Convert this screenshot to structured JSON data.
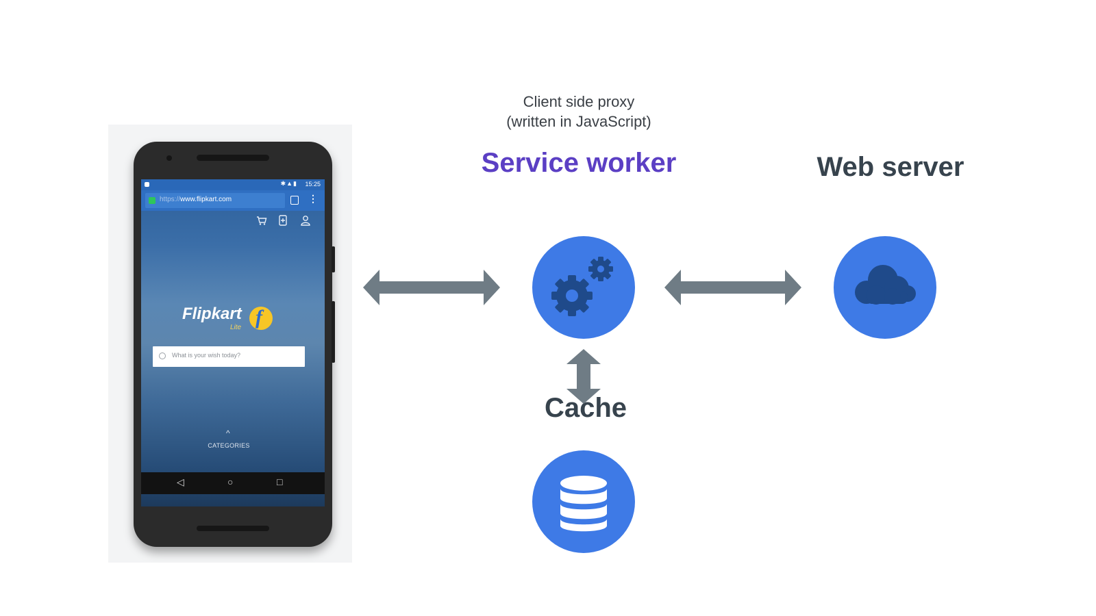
{
  "diagram": {
    "caption_line1": "Client side proxy",
    "caption_line2": "(written in JavaScript)",
    "service_worker_label": "Service worker",
    "web_server_label": "Web server",
    "cache_label": "Cache"
  },
  "phone": {
    "status_time": "15:25",
    "url_scheme": "https://",
    "url_host": "www.flipkart.com",
    "logo_text": "Flipkart",
    "logo_badge_letter": "f",
    "logo_sub": "Lite",
    "search_placeholder": "What is your wish today?",
    "categories_label": "CATEGORIES"
  },
  "icons": {
    "service_worker": "gears-icon",
    "web_server": "cloud-icon",
    "cache": "database-icon",
    "connectors": "double-arrow-icon"
  },
  "colors": {
    "circle_fill": "#3e7ae6",
    "icon_fill": "#1f4a8a",
    "arrow_fill": "#6f7c85",
    "service_worker_text": "#5b3fc4",
    "heading_text": "#37434d"
  }
}
